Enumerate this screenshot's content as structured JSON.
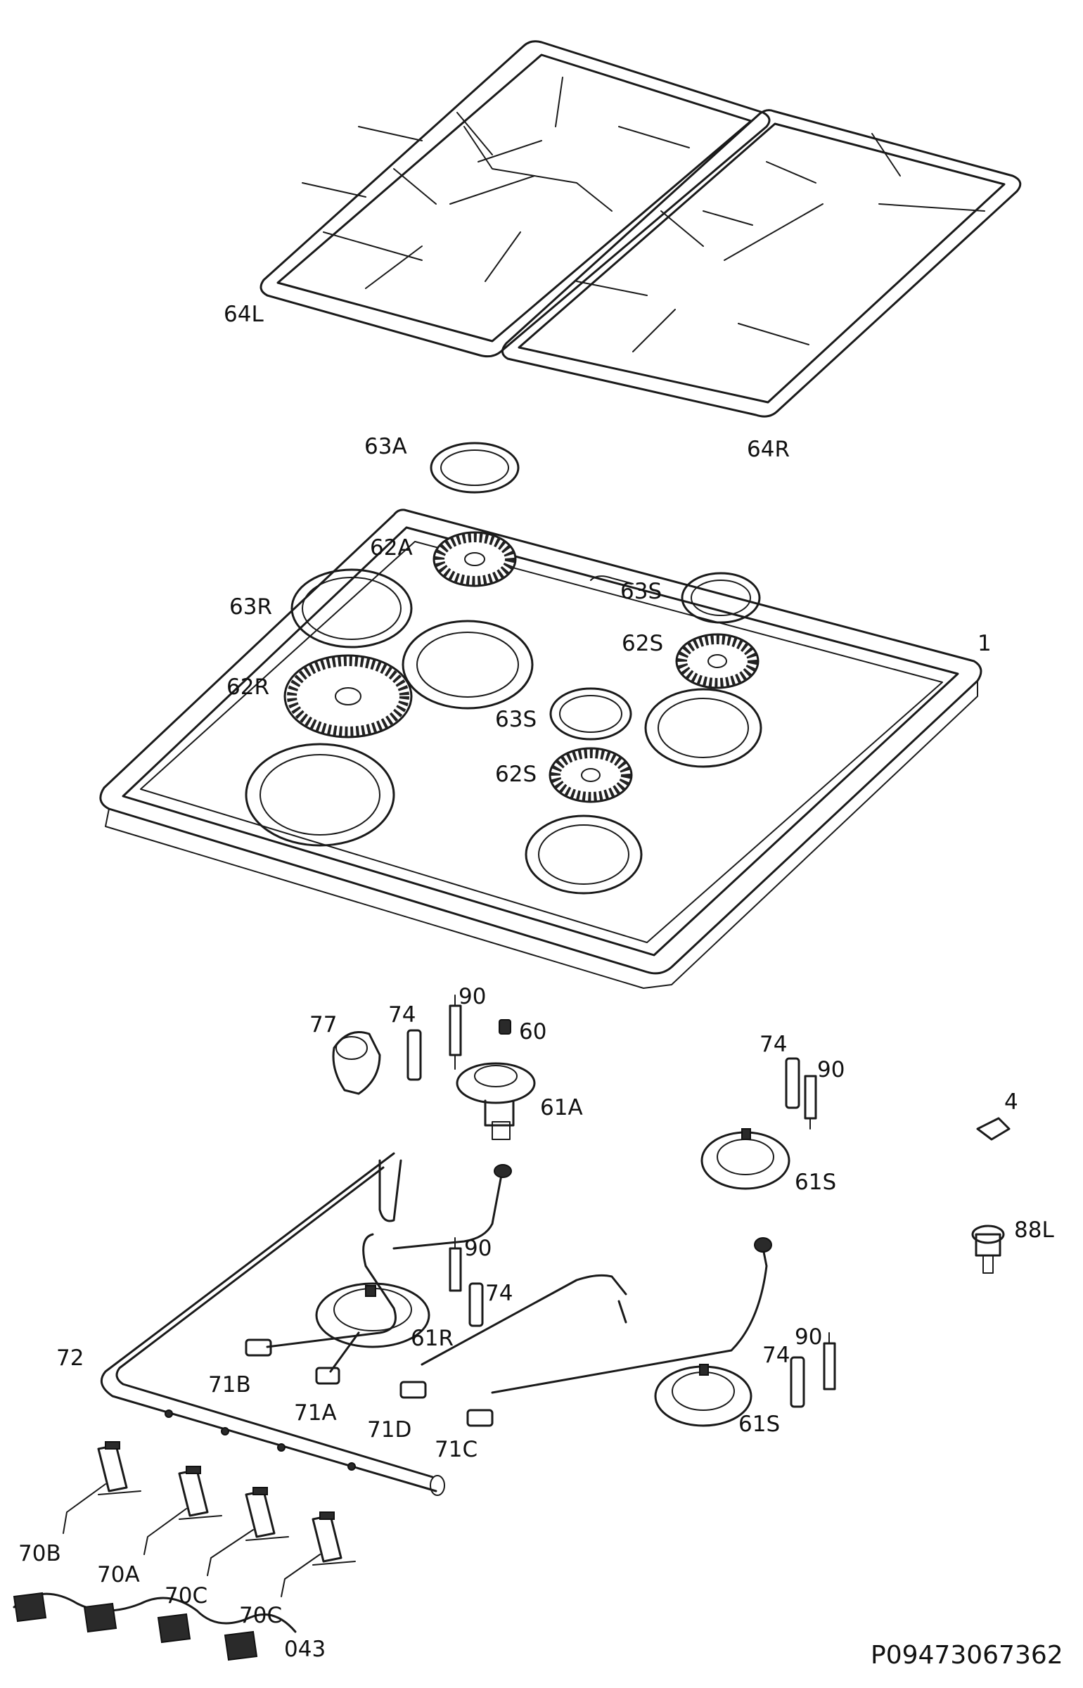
{
  "labels": {
    "p64L": "64L",
    "p64R": "64R",
    "p63A": "63A",
    "p62A": "62A",
    "p63R": "63R",
    "p62R": "62R",
    "p63S_top": "63S",
    "p62S_top": "62S",
    "p63S_mid": "63S",
    "p62S_mid": "62S",
    "p1": "1",
    "p77": "77",
    "p74_a": "74",
    "p90_a": "90",
    "p60": "60",
    "p61A": "61A",
    "p74_b": "74",
    "p90_b": "90",
    "p4": "4",
    "p61S_top": "61S",
    "p88L": "88L",
    "p90_c": "90",
    "p74_c": "74",
    "p61R": "61R",
    "p72": "72",
    "p71B": "71B",
    "p71A": "71A",
    "p71D": "71D",
    "p71C": "71C",
    "p90_d": "90",
    "p74_d": "74",
    "p61S_bot": "61S",
    "p70B": "70B",
    "p70A": "70A",
    "p70C_a": "70C",
    "p70C_b": "70C",
    "p043": "043"
  },
  "drawing_code": "P09473067362",
  "colors": {
    "line": "#1a1a1a",
    "background": "#ffffff"
  }
}
